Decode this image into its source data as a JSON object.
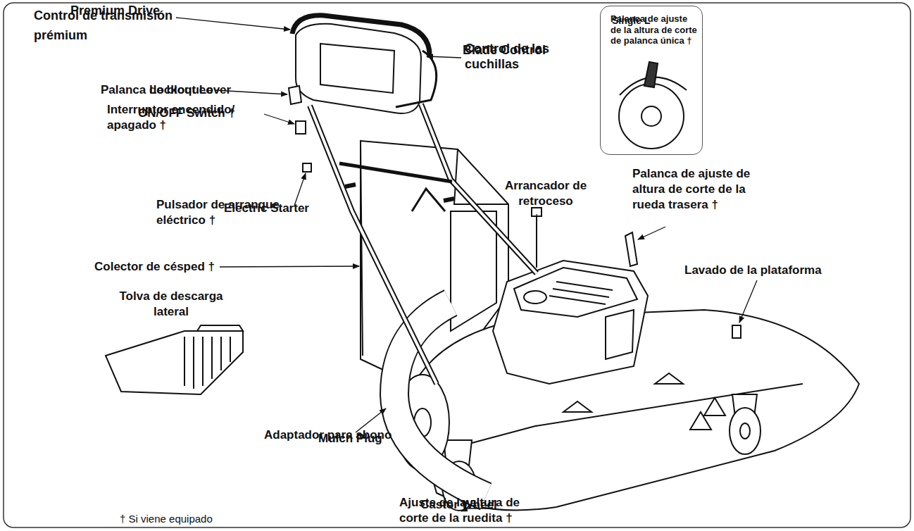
{
  "diagram": {
    "nodes": [
      {
        "text": [
          "Palanca de ajuste de la altura de corte de palanca única †",
          "Single L"
        ]
      }
    ],
    "labels": [
      "Control de transmisión prémium",
      "Premium Drive",
      "Control de las cuchillas",
      "Blade Control",
      "Palanca de bloqueo",
      "Lockout Lever",
      "Interruptor encendido/ apagado †",
      "ON/OFF Switch †",
      "Pulsador de arranque eléctrico †",
      "Electric Starter",
      "Colector de césped †",
      "Tolva de descarga lateral",
      "Arrancador de retroceso",
      "Palanca de ajuste de altura de corte de la rueda trasera †",
      "Lavado de la plataforma",
      "Adaptador para abono",
      "Mulch Plug",
      "Ajuste de la altura de corte de la ruedita †",
      "Castor Wheel",
      "† Si viene equipado"
    ]
  }
}
